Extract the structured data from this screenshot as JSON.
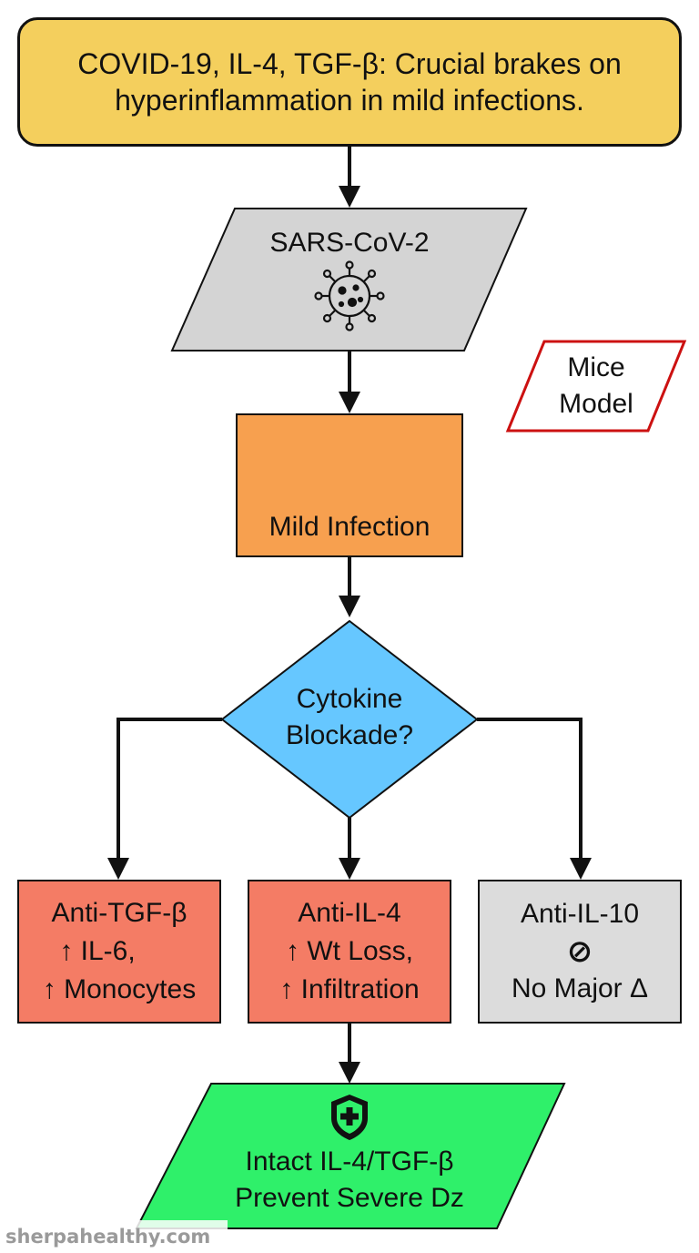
{
  "title": {
    "line1": "COVID-19, IL-4, TGF-β: Crucial brakes on",
    "line2": "hyperinflammation in mild infections."
  },
  "virus": {
    "label": "SARS-CoV-2",
    "icon": "virus-icon"
  },
  "model_note": {
    "line1": "Mice",
    "line2": "Model"
  },
  "infection": {
    "label": "Mild Infection",
    "icon": "lungs-icon"
  },
  "decision": {
    "line1": "Cytokine",
    "line2": "Blockade?"
  },
  "branches": [
    {
      "title": "Anti-TGF-β",
      "line1": "↑ IL-6,",
      "line2": "↑ Monocytes",
      "icon": "cells-icon"
    },
    {
      "title": "Anti-IL-4",
      "line1": "↑ Wt Loss,",
      "line2": "↑ Infiltration",
      "icon": "scale-icon"
    },
    {
      "title": "Anti-IL-10",
      "line1": "⊘",
      "line2": "No Major Δ",
      "icon": "no-symbol-icon"
    }
  ],
  "outcome": {
    "line1": "Intact IL-4/TGF-β",
    "line2": "Prevent Severe Dz",
    "icon": "shield-plus-icon"
  },
  "watermark": "sherpahealthy.com",
  "colors": {
    "title": "#f4cf5d",
    "virus": "#d4d4d4",
    "infection": "#f7a04f",
    "decision": "#66c7ff",
    "branch_red": "#f47c65",
    "branch_gray": "#dcdcdc",
    "outcome": "#2ff06a",
    "note_border": "#cc1111"
  }
}
